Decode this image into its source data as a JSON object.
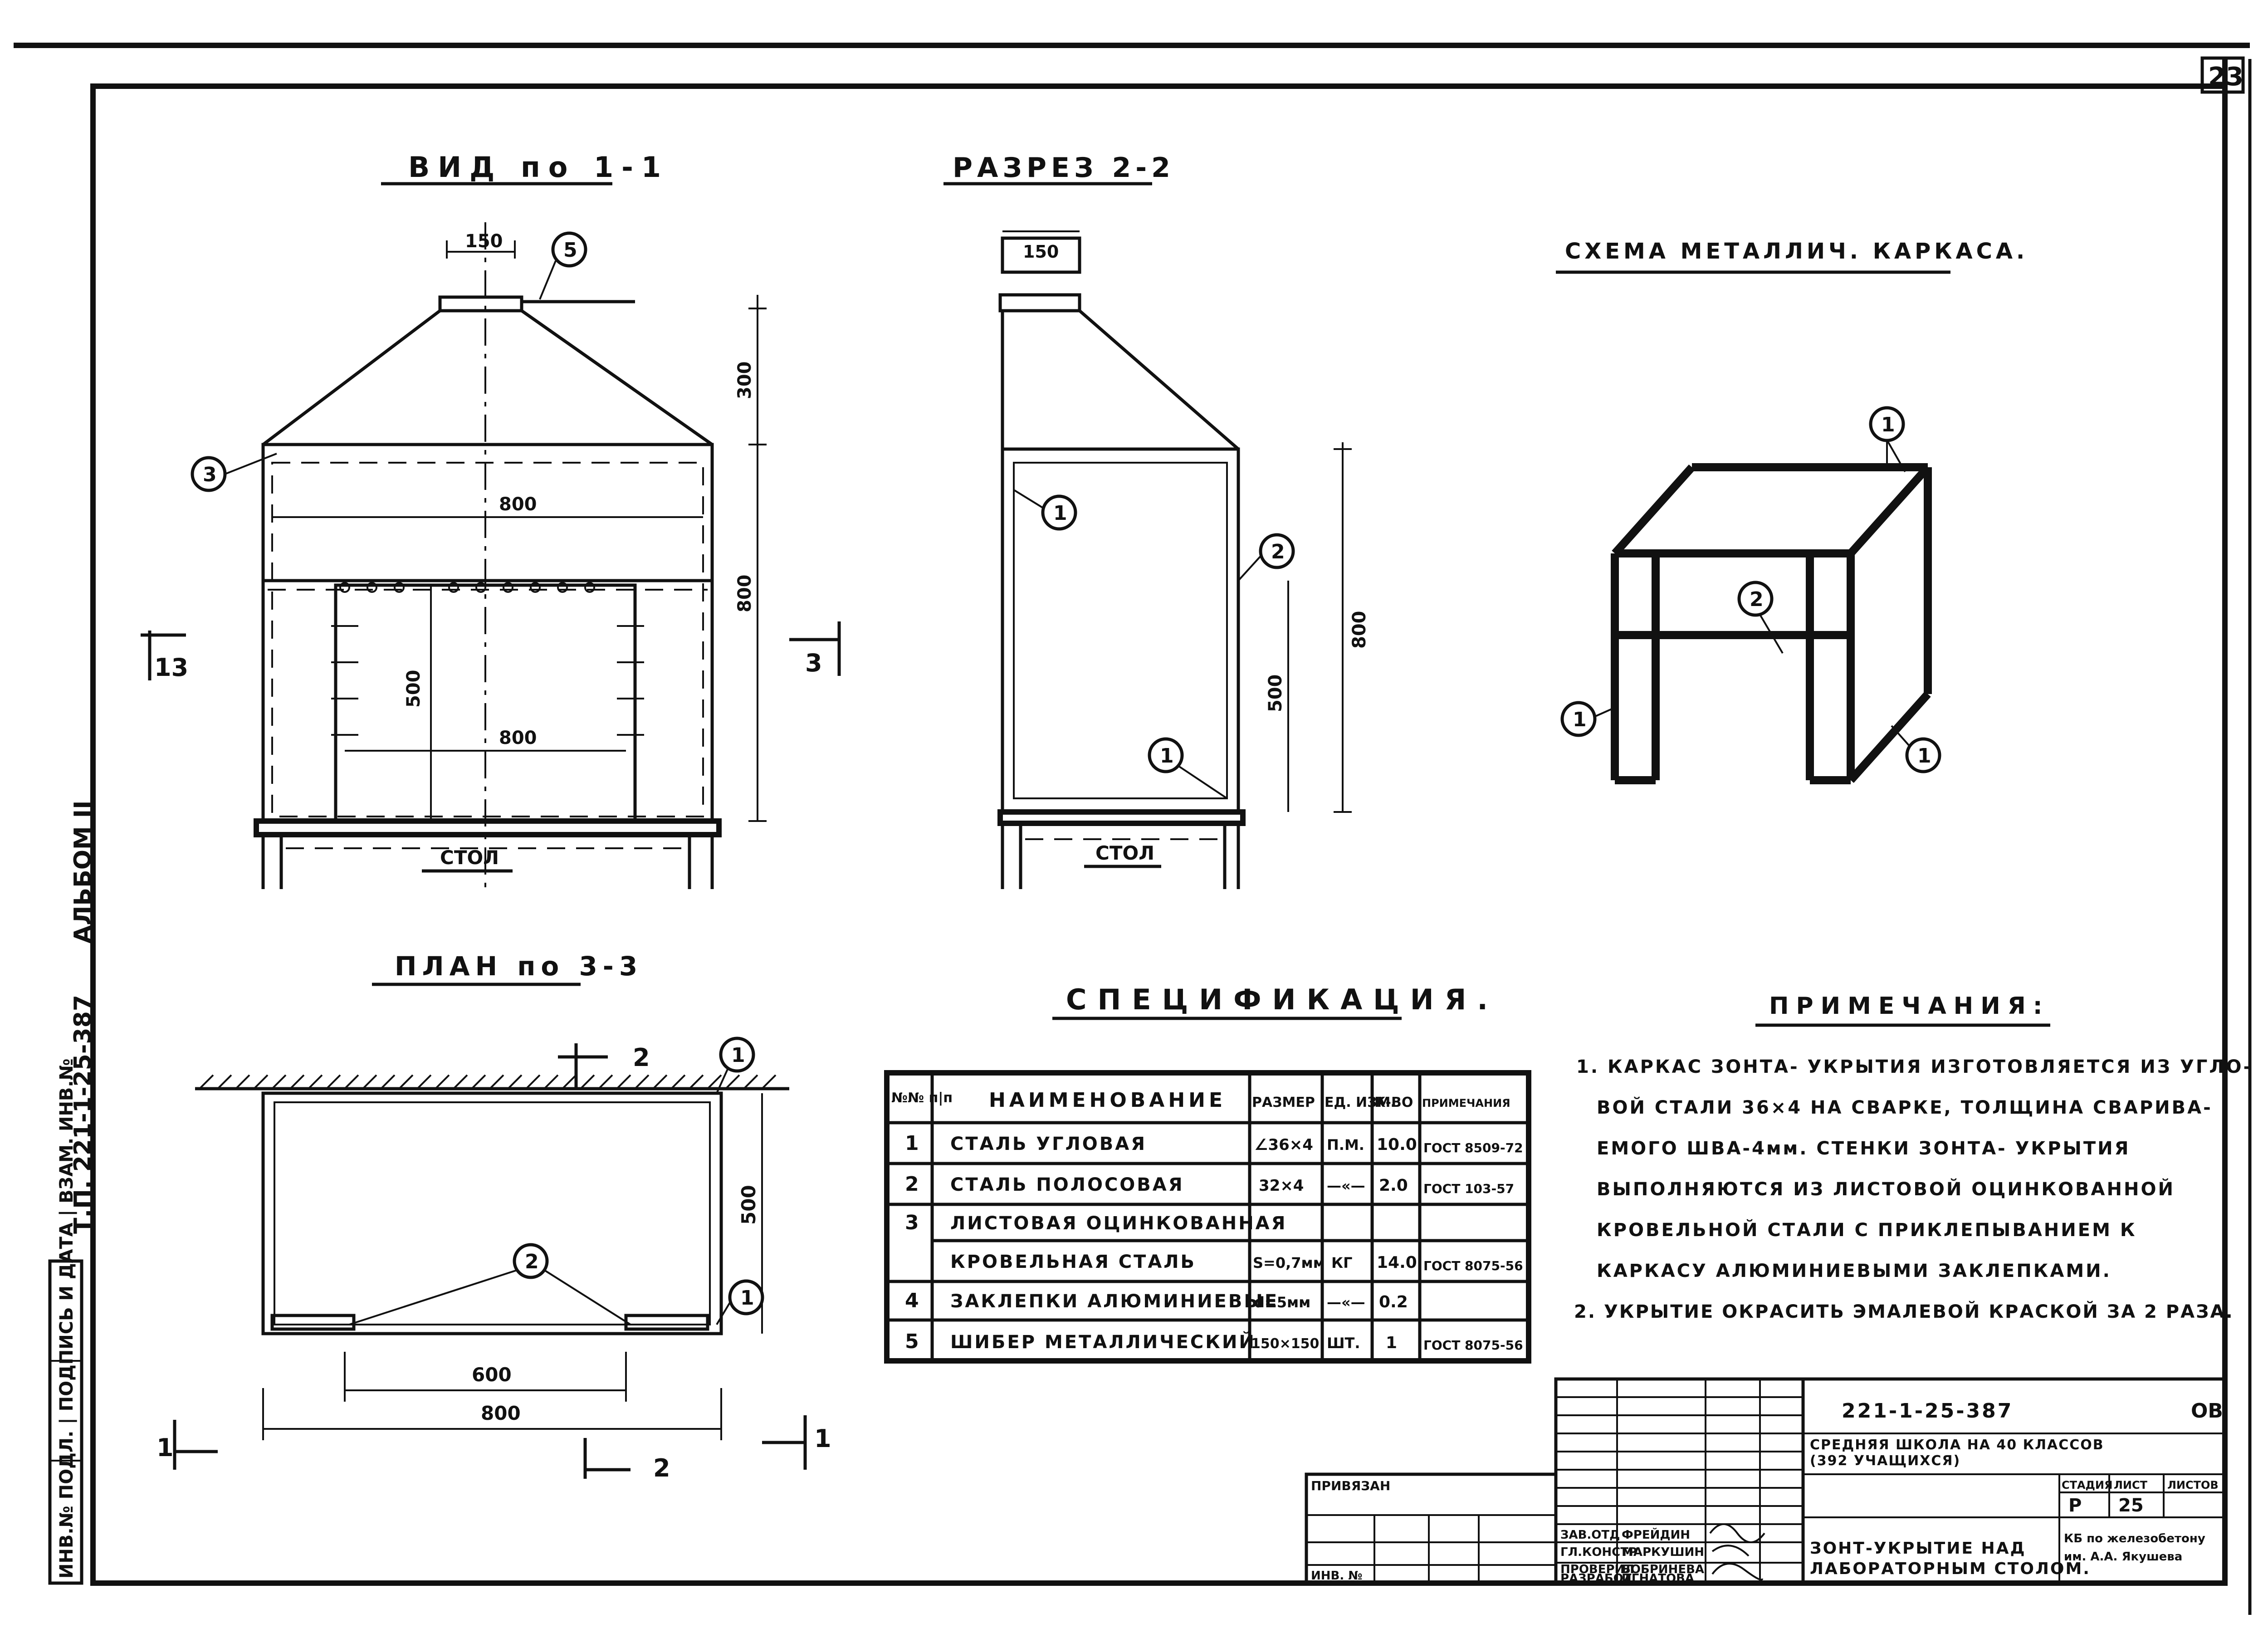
{
  "page_label": "23",
  "views": {
    "view_1_1": {
      "title": "ВИД по 1-1"
    },
    "section_2_2": {
      "title": "РАЗРЕЗ 2-2"
    },
    "frame_scheme": {
      "title": "СХЕМА МЕТАЛЛИЧ. КАРКАСА."
    },
    "plan_3_3": {
      "title": "ПЛАН по 3-3"
    }
  },
  "dimensions": {
    "d150": "150",
    "d800": "800",
    "d500": "500",
    "d600": "600",
    "d300": "300"
  },
  "labels": {
    "table": "СТОЛ",
    "cut_1": "1",
    "cut_2": "2",
    "cut_3": "3",
    "cut_13": "13"
  },
  "callouts": {
    "c1": "1",
    "c2": "2",
    "c3": "3",
    "c5": "5"
  },
  "spec": {
    "title": "СПЕЦИФИКАЦИЯ.",
    "headers": [
      "№№ п|п",
      "НАИМЕНОВАНИЕ",
      "РАЗМЕР",
      "ЕД. ИЗМ.",
      "К-ВО",
      "ПРИМЕЧАНИЯ"
    ],
    "rows": [
      {
        "n": "1",
        "name": "СТАЛЬ УГЛОВАЯ",
        "size": "∠36×4",
        "unit": "П.М.",
        "qty": "10.0",
        "note": "ГОСТ 8509-72"
      },
      {
        "n": "2",
        "name": "СТАЛЬ ПОЛОСОВАЯ",
        "size": "32×4",
        "unit": "—«—",
        "qty": "2.0",
        "note": "ГОСТ 103-57"
      },
      {
        "n": "3",
        "name": "ЛИСТОВАЯ ОЦИНКОВАННАЯ",
        "size": "",
        "unit": "",
        "qty": "",
        "note": ""
      },
      {
        "n": "",
        "name": "КРОВЕЛЬНАЯ СТАЛЬ",
        "size": "S=0,7мм",
        "unit": "КГ",
        "qty": "14.0",
        "note": "ГОСТ 8075-56"
      },
      {
        "n": "4",
        "name": "ЗАКЛЕПКИ АЛЮМИНИЕВЫЕ",
        "size": "d=5мм",
        "unit": "—«—",
        "qty": "0.2",
        "note": ""
      },
      {
        "n": "5",
        "name": "ШИБЕР МЕТАЛЛИЧЕСКИЙ",
        "size": "150×150",
        "unit": "ШТ.",
        "qty": "1",
        "note": "ГОСТ 8075-56"
      }
    ]
  },
  "notes": {
    "title": "ПРИМЕЧАНИЯ:",
    "lines": [
      "1. КАРКАС ЗОНТА- УКРЫТИЯ ИЗГОТОВЛЯЕТСЯ ИЗ УГЛО-",
      "ВОЙ СТАЛИ 36×4 НА СВАРКЕ, ТОЛЩИНА СВАРИВА-",
      "ЕМОГО ШВА-4мм. СТЕНКИ ЗОНТА- УКРЫТИЯ",
      "ВЫПОЛНЯЮТСЯ ИЗ ЛИСТОВОЙ ОЦИНКОВАННОЙ",
      "КРОВЕЛЬНОЙ СТАЛИ С ПРИКЛЕПЫВАНИЕМ К",
      "КАРКАСУ АЛЮМИНИЕВЫМИ ЗАКЛЕПКАМИ.",
      "2. УКРЫТИЕ ОКРАСИТЬ ЭМАЛЕВОЙ КРАСКОЙ ЗА 2 РАЗА."
    ]
  },
  "title_block": {
    "code": "221-1-25-387",
    "sheet_mark": "ОВ",
    "project_line1": "СРЕДНЯЯ ШКОЛА НА 40 КЛАССОВ",
    "project_line2": "(392 УЧАЩИХСЯ)",
    "stage_hdr": "СТАДИЯ",
    "sheet_hdr": "ЛИСТ",
    "sheets_hdr": "ЛИСТОВ",
    "stage": "Р",
    "sheet": "25",
    "drawing_title_1": "ЗОНТ-УКРЫТИЕ НАД",
    "drawing_title_2": "ЛАБОРАТОРНЫМ СТОЛОМ.",
    "org_1": "КБ по железобетону",
    "org_2": "им. А.А. Якушева",
    "attached": "ПРИВЯЗАН",
    "inv": "ИНВ. №",
    "roles": [
      "ЗАВ.ОТД",
      "ГЛ.КОНСТР",
      "ПРОВЕРИЛ",
      "РАЗРАБОТ"
    ],
    "names": [
      "ФРЕЙДИН",
      "МАРКУШИН",
      "БОБРИНЕВА",
      "ИГНАТОВА"
    ]
  },
  "side_margin": {
    "album": "АЛЬБОМ II",
    "tp_code": "Т.П. 221-1-25-387",
    "stamps": "ИНВ.№ ПОДЛ. | ПОДПИСЬ И ДАТА | ВЗАМ. ИНВ.№"
  }
}
